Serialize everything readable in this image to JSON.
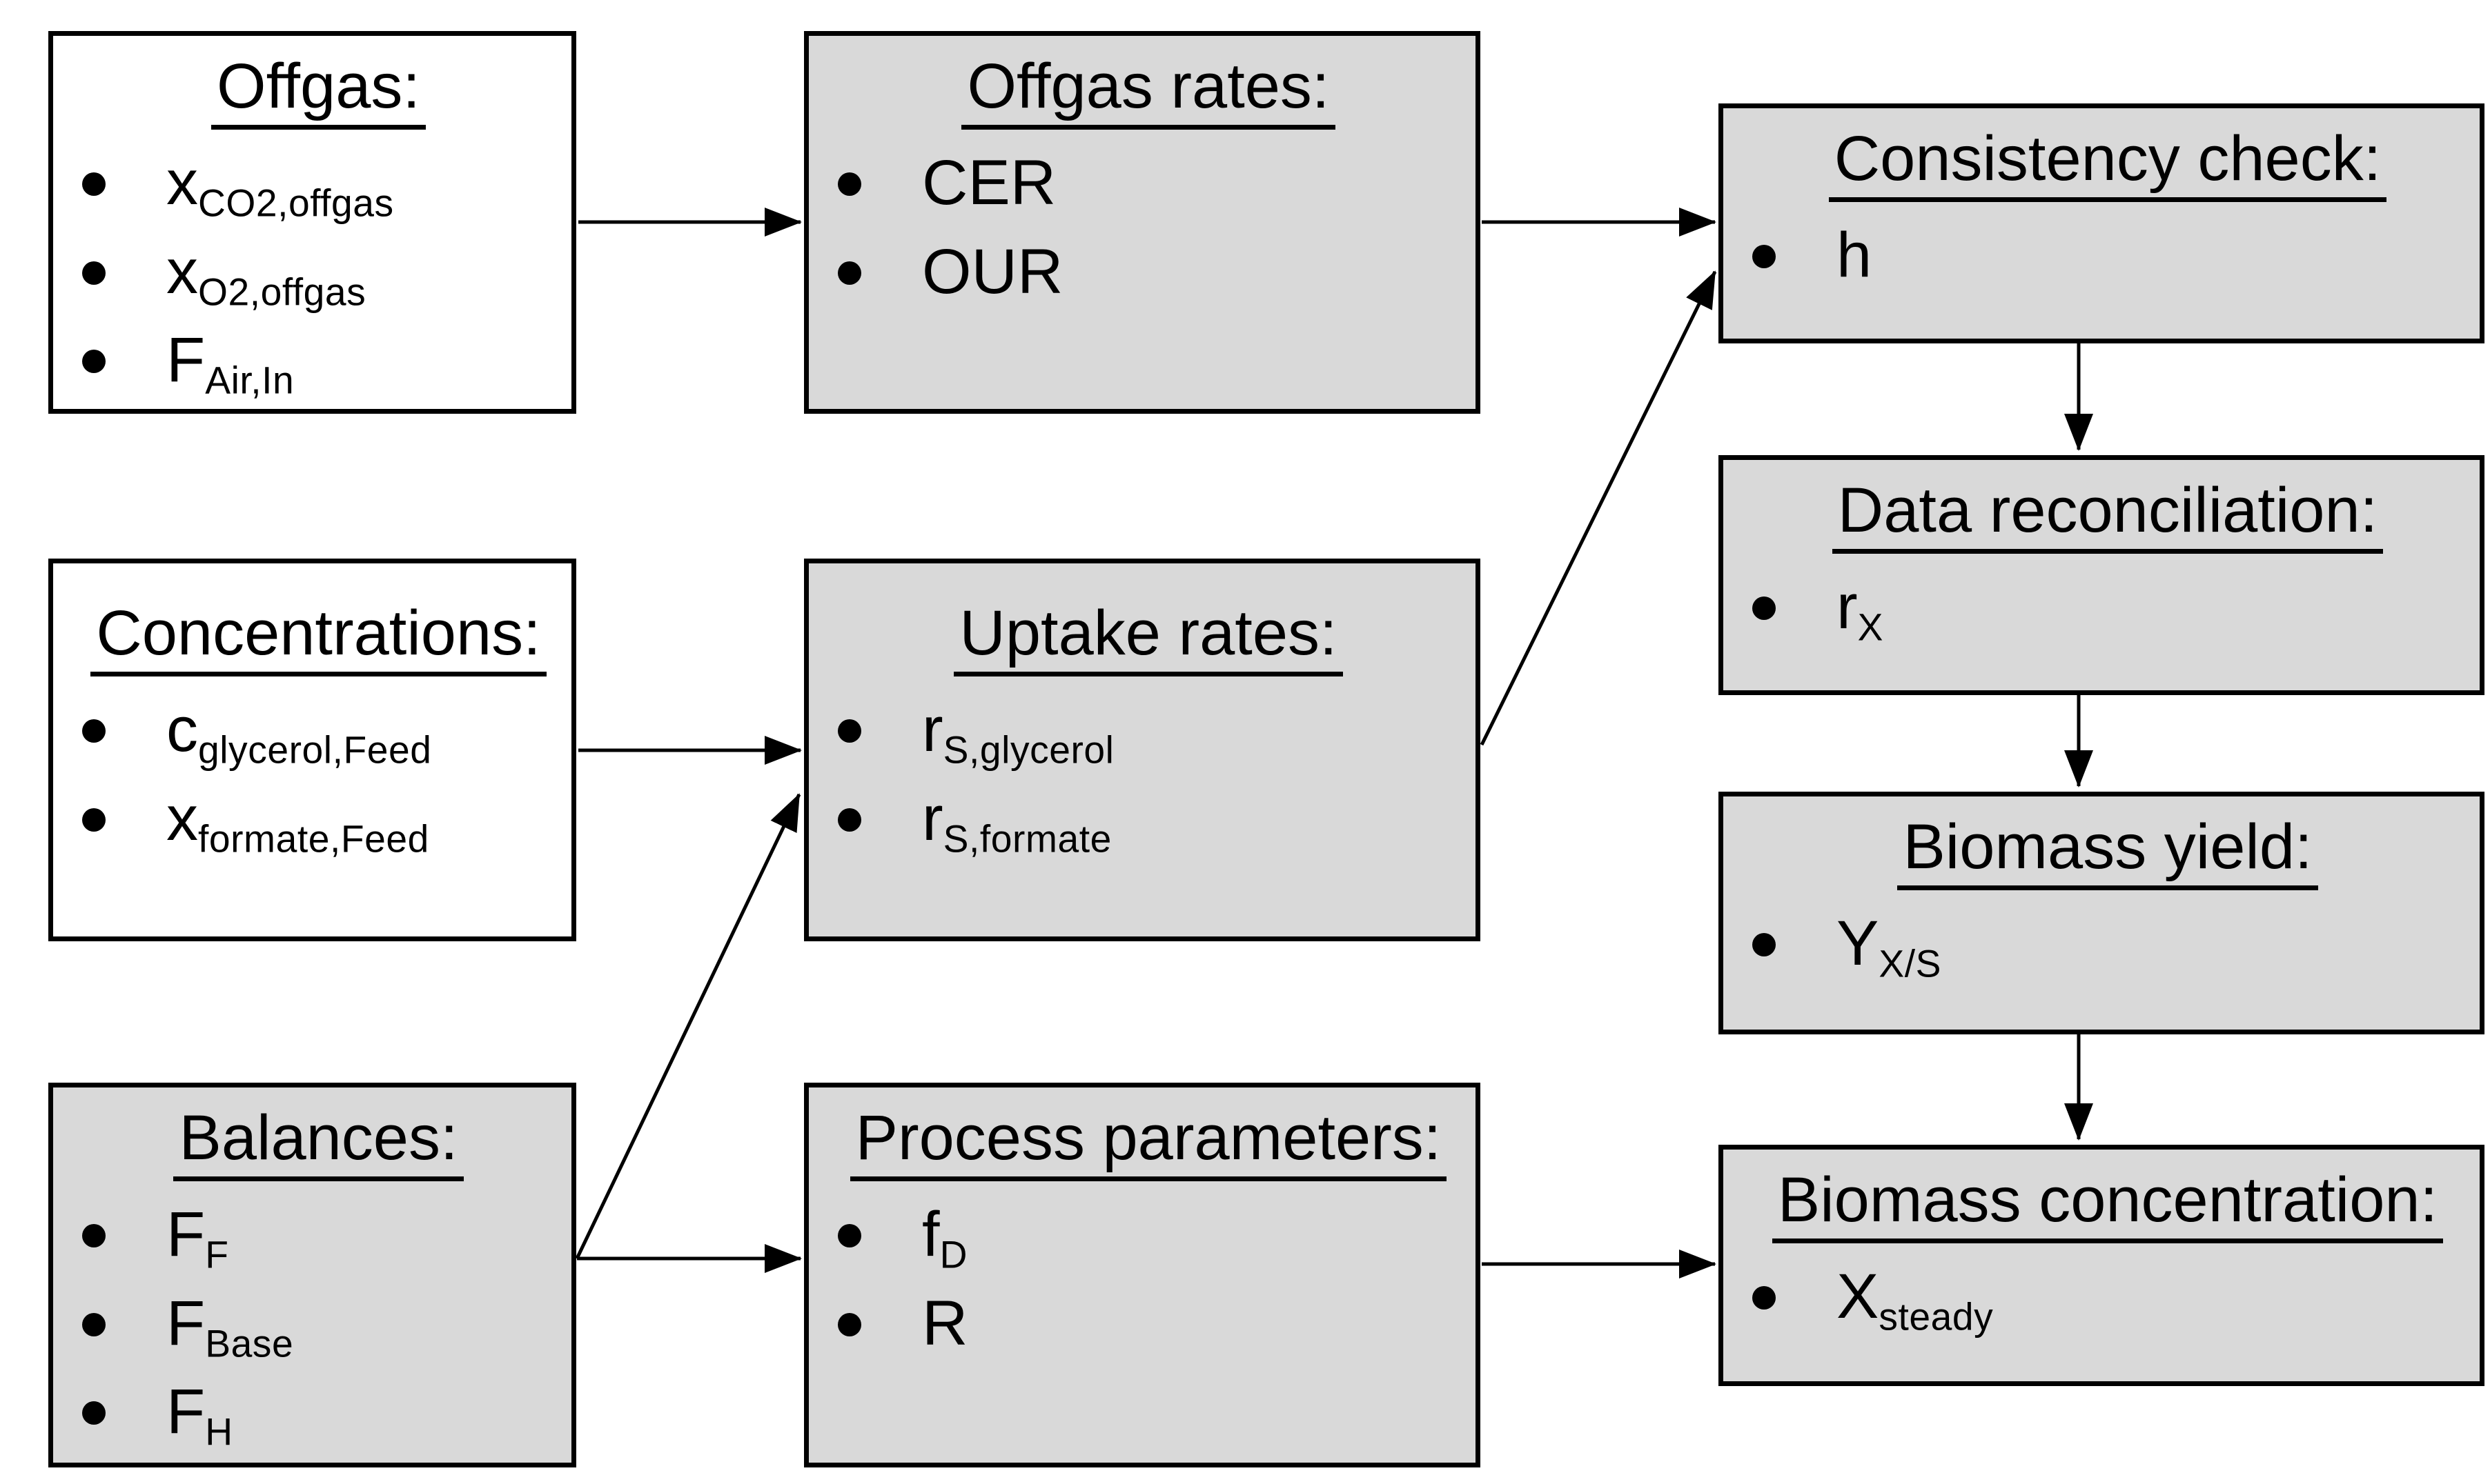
{
  "diagram": {
    "description": "Flowchart of bioprocess data evaluation from raw measurements to biomass concentration"
  },
  "colors": {
    "background": "#ffffff",
    "box_fill_gray": "#d9d9d9",
    "box_fill_white": "#ffffff",
    "border": "#000000",
    "arrow": "#000000",
    "text": "#000000"
  },
  "boxes": {
    "offgas": {
      "title": "Offgas:",
      "items": [
        {
          "base": "x",
          "sub": "CO2,offgas"
        },
        {
          "base": "x",
          "sub": "O2,offgas"
        },
        {
          "base": "F",
          "sub": "Air,In"
        }
      ]
    },
    "offgas_rates": {
      "title": "Offgas rates:",
      "items": [
        {
          "base": "CER",
          "sub": ""
        },
        {
          "base": "OUR",
          "sub": ""
        }
      ]
    },
    "consistency_check": {
      "title": "Consistency check:",
      "items": [
        {
          "base": "h",
          "sub": ""
        }
      ]
    },
    "concentrations": {
      "title": "Concentrations:",
      "items": [
        {
          "base": "c",
          "sub": "glycerol,Feed"
        },
        {
          "base": "x",
          "sub": "formate,Feed"
        }
      ]
    },
    "uptake_rates": {
      "title": "Uptake rates:",
      "items": [
        {
          "base": "r",
          "sub": "S,glycerol"
        },
        {
          "base": "r",
          "sub": "S,formate"
        }
      ]
    },
    "data_reconciliation": {
      "title": "Data reconciliation:",
      "items": [
        {
          "base": "r",
          "sub": "X"
        }
      ]
    },
    "balances": {
      "title": "Balances:",
      "items": [
        {
          "base": "F",
          "sub": "F"
        },
        {
          "base": "F",
          "sub": "Base"
        },
        {
          "base": "F",
          "sub": "H"
        }
      ]
    },
    "process_parameters": {
      "title": "Process parameters:",
      "items": [
        {
          "base": "f",
          "sub": "D"
        },
        {
          "base": "R",
          "sub": ""
        }
      ]
    },
    "biomass_yield": {
      "title": "Biomass yield:",
      "items": [
        {
          "base": "Y",
          "sub": "X/S"
        }
      ]
    },
    "biomass_concentration": {
      "title": "Biomass concentration:",
      "items": [
        {
          "base": "X",
          "sub": "steady"
        }
      ]
    }
  },
  "arrows": [
    {
      "from": "offgas",
      "to": "offgas_rates"
    },
    {
      "from": "offgas_rates",
      "to": "consistency_check"
    },
    {
      "from": "concentrations",
      "to": "uptake_rates"
    },
    {
      "from": "balances",
      "to": "uptake_rates"
    },
    {
      "from": "balances",
      "to": "process_parameters"
    },
    {
      "from": "uptake_rates",
      "to": "consistency_check"
    },
    {
      "from": "process_parameters",
      "to": "biomass_concentration"
    },
    {
      "from": "consistency_check",
      "to": "data_reconciliation"
    },
    {
      "from": "data_reconciliation",
      "to": "biomass_yield"
    },
    {
      "from": "biomass_yield",
      "to": "biomass_concentration"
    }
  ]
}
